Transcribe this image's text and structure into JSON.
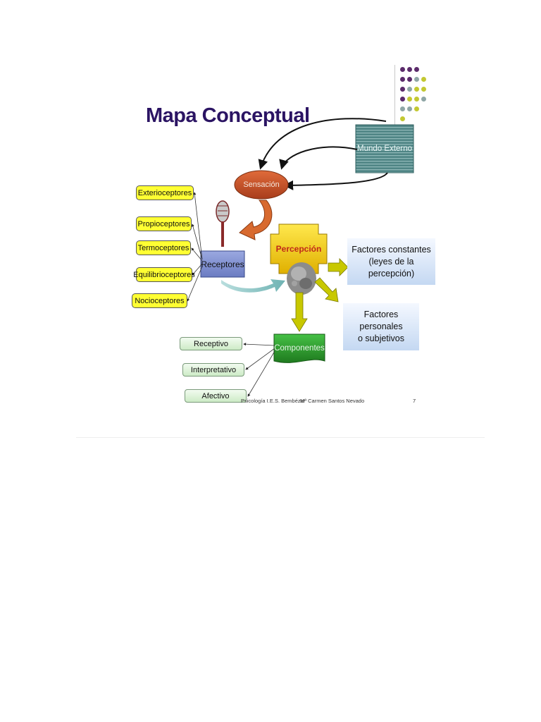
{
  "title": "Mapa Conceptual",
  "nodes": {
    "mundo_externo": "Mundo Externo",
    "sensacion": "Sensación",
    "receptores": "Receptores",
    "percepcion": "Percepción",
    "factores_constantes": "Factores constantes\n(leyes de la percepción)",
    "factores_personales": "Factores personales\no subjetivos",
    "componentes": "Componentes"
  },
  "receptor_types": [
    "Exterioceptores",
    "Propioceptores",
    "Termoceptores",
    "Equilibrioceptores",
    "Nocioceptores"
  ],
  "componentes_types": [
    "Receptivo",
    "Interpretativo",
    "Afectivo"
  ],
  "footer": {
    "course": "Psicología  I.E.S. Bembézar",
    "author": "Mª Carmen Santos Nevado",
    "page": "7"
  },
  "colors": {
    "title": "#2b1463",
    "mundo_externo": "#4f8585",
    "sensacion": "#c8532a",
    "receptores": "#7f8fcf",
    "percepcion": "#ffd700",
    "componentes": "#2f9a2f",
    "receptor_boxes": "#ffff33",
    "arrows_yellow": "#c8c800",
    "dots": [
      "#5b2b6b",
      "#8fa6a6",
      "#c3c832"
    ]
  }
}
